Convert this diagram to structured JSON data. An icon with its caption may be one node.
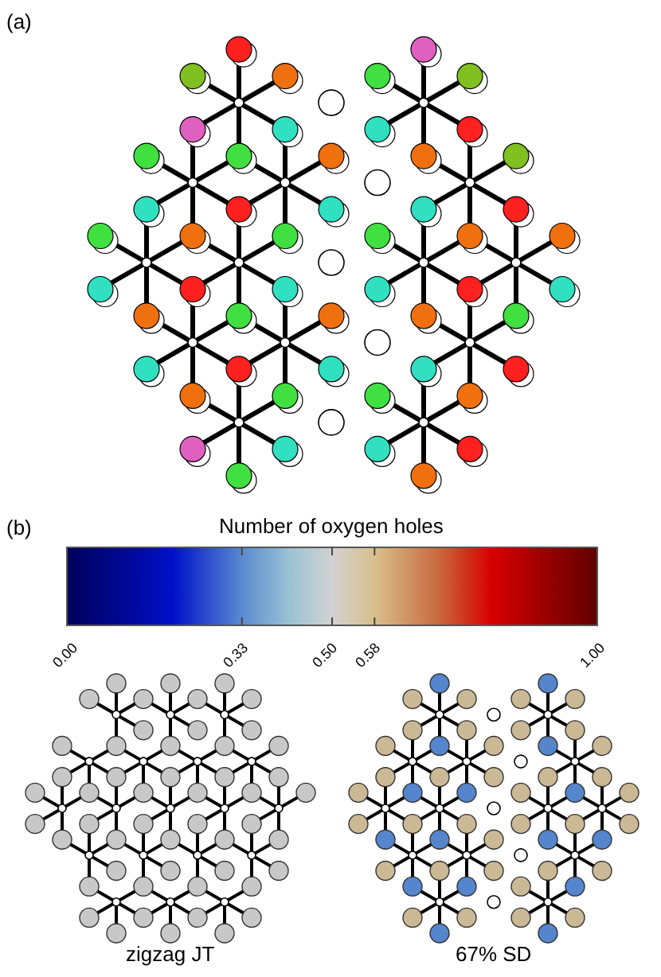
{
  "diagram": {
    "labels": [
      "(a)",
      "(b)",
      "Number of oxygen holes",
      "0.00",
      "0.33",
      "0.50",
      "0.58",
      "1.00",
      "zigzag JT",
      "67% SD"
    ]
  }
}
